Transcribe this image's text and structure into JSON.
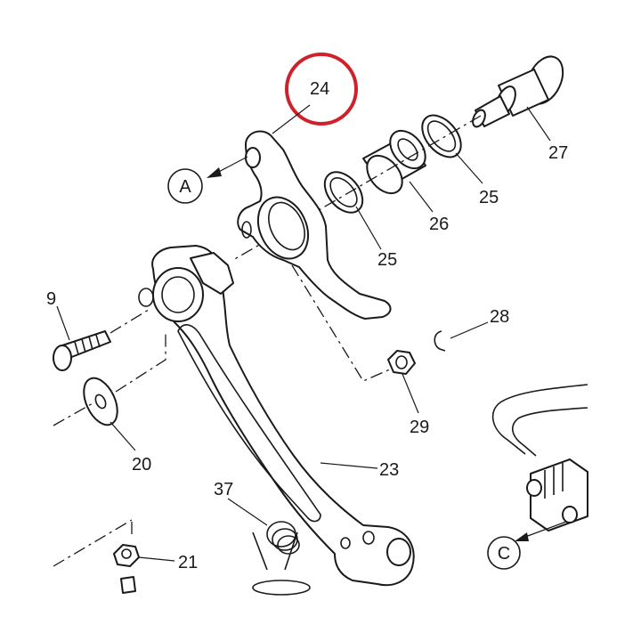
{
  "callouts": {
    "c24": "24",
    "c27": "27",
    "c26": "26",
    "c25a": "25",
    "c25b": "25",
    "c28": "28",
    "c29": "29",
    "c23": "23",
    "c20": "20",
    "c21": "21",
    "c37": "37",
    "c19_partial": "9"
  },
  "view_refs": {
    "a": "A",
    "c": "C"
  },
  "highlight": {
    "part": "24",
    "color": "#d0202a"
  }
}
